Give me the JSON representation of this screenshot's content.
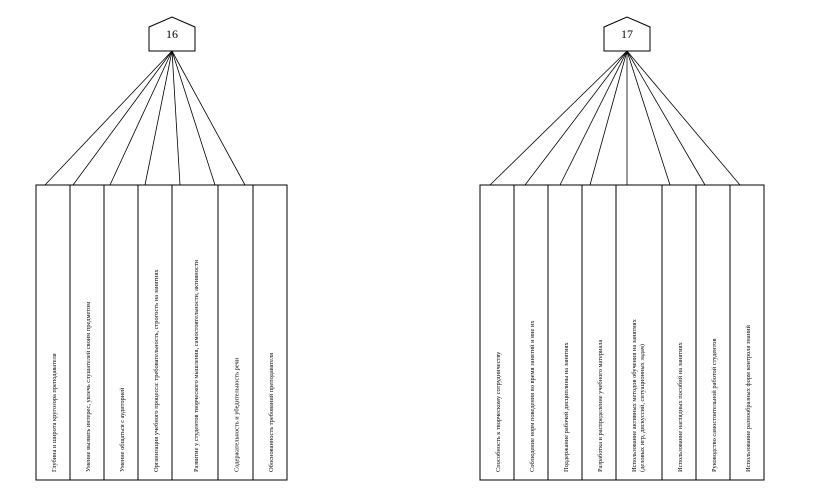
{
  "trees": [
    {
      "id": "16",
      "number": "16",
      "items": [
        "Глубина и широта кругозора преподавателя",
        "Умение вызвать интерес, увлечь слушателей своим предметом",
        "Умение общаться с аудиторией",
        "Организация учебного процесса: требовательность, строгость на занятиях",
        "Развитие у студентов творческого мышления, самостоятельности, активности",
        "Содержательность и убедительность речи",
        "Обоснованность требований преподавателя"
      ]
    },
    {
      "id": "17",
      "number": "17",
      "items": [
        "Способность к творческому сотрудничеству",
        "Соблюдение норм поведения во время занятий и вне их",
        "Поддержание рабочей дисциплины на занятиях",
        "Разработка и распределение учебного материала",
        "Использование активных методов обучения на занятиях (деловых игр, дискуссий, ситуационных задач)",
        "Использование наглядных пособий на занятиях",
        "Руководство самостоятельной работой студентов",
        "Использование разнообразных форм контроля знаний"
      ]
    }
  ]
}
